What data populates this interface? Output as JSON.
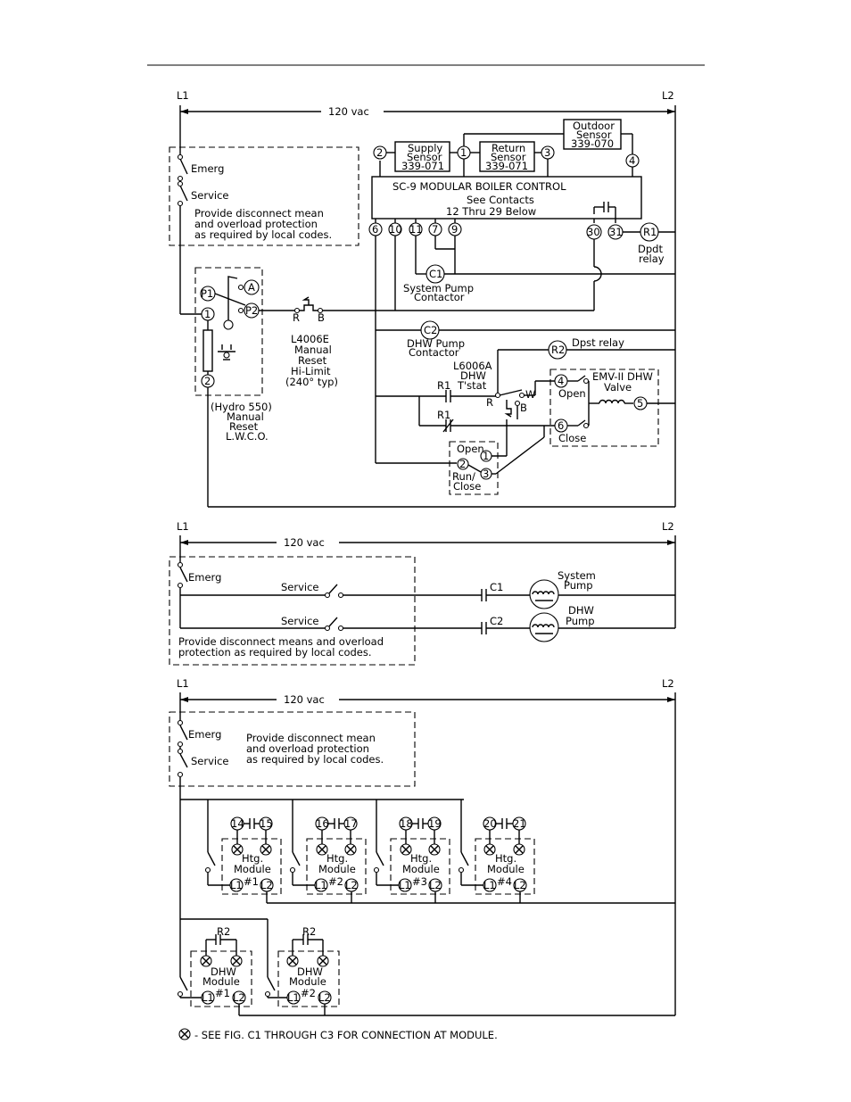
{
  "diagram1": {
    "l1": "L1",
    "l2": "L2",
    "vac": "120 vac",
    "emerg": "Emerg",
    "service": "Service",
    "disc1": "Provide disconnect mean",
    "disc2": "and overload protection",
    "disc3": "as required by local codes.",
    "supply1": "Supply",
    "supply2": "Sensor",
    "supply3": "339-071",
    "return1": "Return",
    "return2": "Sensor",
    "return3": "339-071",
    "out1": "Outdoor",
    "out2": "Sensor",
    "out3": "339-070",
    "ctrl1": "SC-9  MODULAR  BOILER  CONTROL",
    "ctrl2": "See  Contacts",
    "ctrl3": "12  Thru  29  Below",
    "t2": "2",
    "t1": "1",
    "t3": "3",
    "t4": "4",
    "t6": "6",
    "t10": "10",
    "t11": "11",
    "t7": "7",
    "t9": "9",
    "t30": "30",
    "t31": "31",
    "r1": "R1",
    "dpdt1": "Dpdt",
    "dpdt2": "relay",
    "c1": "C1",
    "syspump1": "System Pump",
    "syspump2": "Contactor",
    "c2": "C2",
    "dhwpump1": "DHW Pump",
    "dhwpump2": "Contactor",
    "r2": "R2",
    "dpst": "Dpst  relay",
    "p1": "P1",
    "pa": "A",
    "p2": "P2",
    "lw1": "1",
    "lw2": "2",
    "hydro1": "(Hydro 550)",
    "hydro2": "Manual",
    "hydro3": "Reset",
    "hydro4": "L.W.C.O.",
    "lr": "R",
    "lb": "B",
    "hl1": "L4006E",
    "hl2": "Manual",
    "hl3": "Reset",
    "hl4": "Hi-Limit",
    "hl5": "(240° typ)",
    "l6006a1": "L6006A",
    "l6006a2": "DHW",
    "l6006a3": "T'stat",
    "r1a": "R1",
    "r1b": "R1",
    "tr": "R",
    "tw": "W",
    "tb": "B",
    "v4": "4",
    "vopen": "Open",
    "v6": "6",
    "vclose": "Close",
    "v5": "5",
    "emv1": "EMV-II DHW",
    "emv2": "Valve",
    "sopen": "Open",
    "s1": "1",
    "s2": "2",
    "s3": "3",
    "srun": "Run/",
    "sclose": "Close"
  },
  "diagram2": {
    "l1": "L1",
    "l2": "L2",
    "vac": "120 vac",
    "emerg": "Emerg",
    "service1": "Service",
    "service2": "Service",
    "c1": "C1",
    "c2": "C2",
    "sys1": "System",
    "sys2": "Pump",
    "dhw1": "DHW",
    "dhw2": "Pump",
    "disc1": "Provide disconnect means  and  overload",
    "disc2": "protection  as required  by local  codes."
  },
  "diagram3": {
    "l1": "L1",
    "l2": "L2",
    "vac": "120 vac",
    "emerg": "Emerg",
    "service": "Service",
    "disc1": "Provide disconnect mean",
    "disc2": "and overload protection",
    "disc3": "as required by local codes.",
    "htg1": "Htg.",
    "htg2": "Module",
    "m1": "#1",
    "m2": "#2",
    "m3": "#3",
    "m4": "#4",
    "ml1": "L1",
    "ml2": "L2",
    "n14": "14",
    "n15": "15",
    "n16": "16",
    "n17": "17",
    "n18": "18",
    "n19": "19",
    "n20": "20",
    "n21": "21",
    "r2a": "R2",
    "r2b": "R2",
    "dhw1": "DHW",
    "dhw2": "Module",
    "d1": "#1",
    "d2": "#2"
  },
  "footnote": "- SEE  FIG. C1 THROUGH C3 FOR CONNECTION AT MODULE."
}
